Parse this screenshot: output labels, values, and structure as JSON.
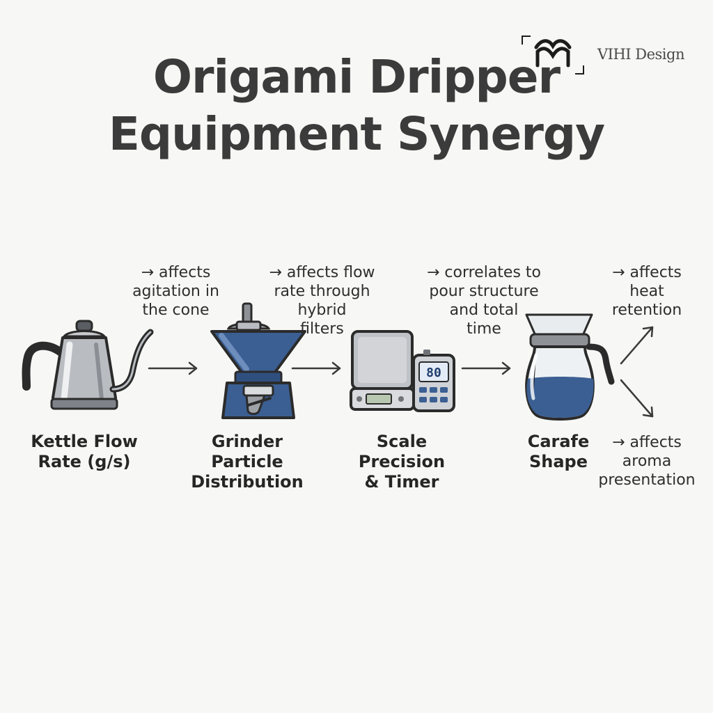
{
  "title": {
    "line1": "Origami Dripper",
    "line2": "Equipment Synergy"
  },
  "brand": {
    "name": "VIHI Design"
  },
  "steps": [
    {
      "icon": "kettle-icon",
      "label_lines": [
        "Kettle Flow",
        "Rate (g/s)"
      ]
    },
    {
      "icon": "grinder-icon",
      "label_lines": [
        "Grinder",
        "Particle",
        "Distribution"
      ]
    },
    {
      "icon": "scale-timer-icon",
      "label_lines": [
        "Scale",
        "Precision",
        "& Timer"
      ]
    },
    {
      "icon": "carafe-icon",
      "label_lines": [
        "Carafe",
        "Shape"
      ]
    }
  ],
  "annotations": [
    {
      "lines": [
        "→ affects",
        "agitation in",
        "the cone"
      ]
    },
    {
      "lines": [
        "→ affects flow",
        "rate through",
        "hybrid",
        "filters"
      ]
    },
    {
      "lines": [
        "→ correlates to",
        "pour structure",
        "and total",
        "time"
      ]
    },
    {
      "lines": [
        "→ affects",
        "heat",
        "retention"
      ]
    },
    {
      "lines": [
        "→ affects",
        "aroma",
        "presentation"
      ]
    }
  ],
  "scale_display": "80",
  "colors": {
    "accent_blue": "#3b5f93",
    "steel": "#b9bcc0",
    "text": "#262626"
  }
}
